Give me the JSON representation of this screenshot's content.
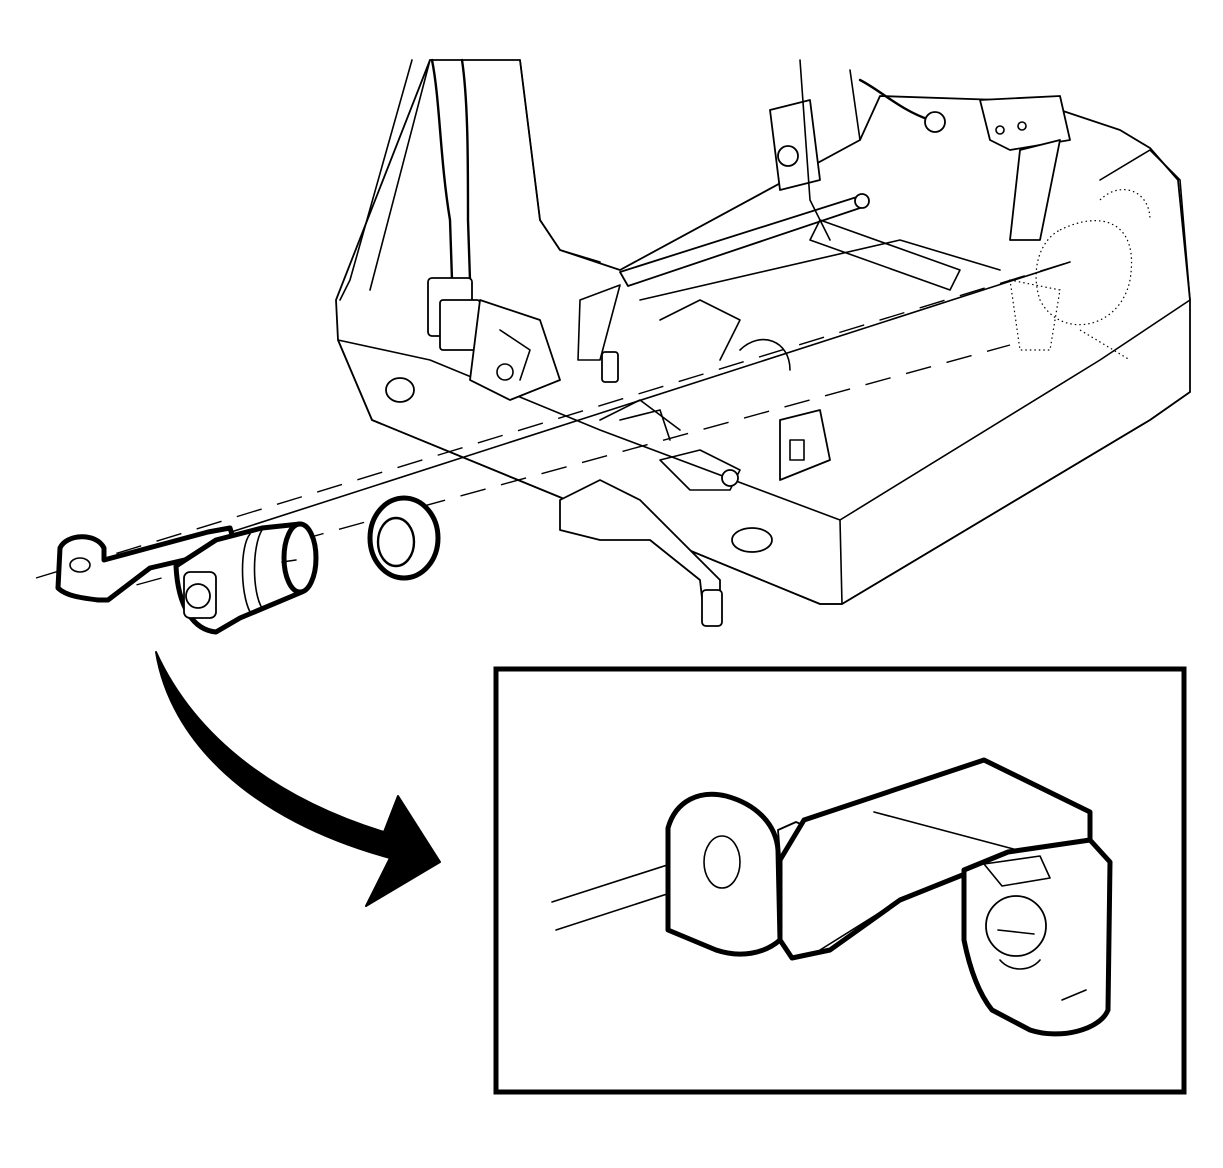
{
  "figure": {
    "kind": "exploded-view service illustration",
    "labels": [],
    "colors": {
      "line": "#000000",
      "background": "#ffffff"
    }
  },
  "components": {
    "console_tray": "console-tray-assembly",
    "bracket": "mounting-bracket",
    "socket": "power-outlet-socket",
    "retainer": "retainer-ring",
    "callout_arrow": "curved-callout-arrow",
    "inset": "detail-inset-bracket"
  }
}
